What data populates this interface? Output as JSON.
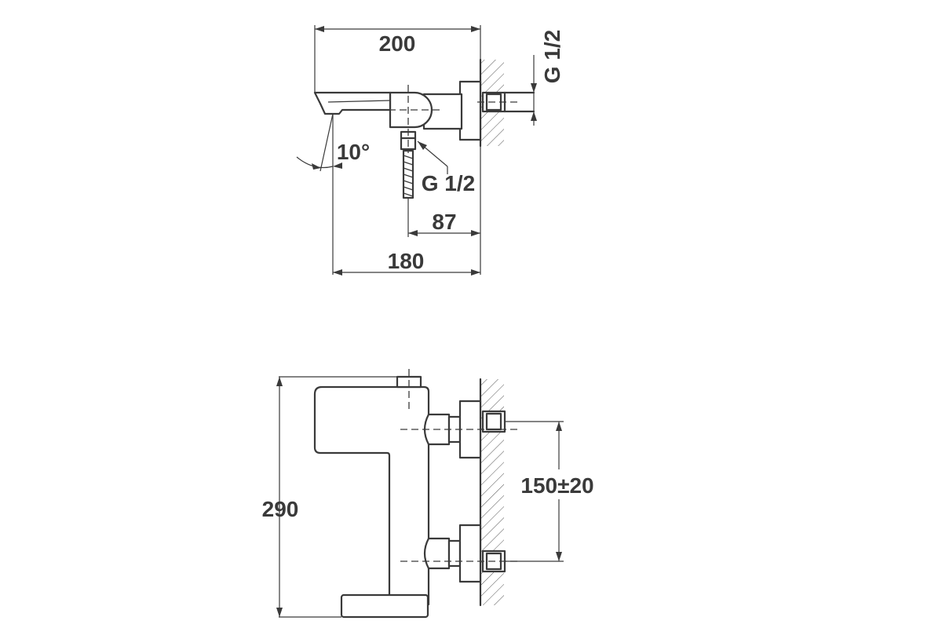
{
  "side_view": {
    "dimensions": {
      "overall_width": "200",
      "spout_reach": "180",
      "outlet_offset": "87",
      "spout_angle": "10°",
      "inlet_thread": "G 1/2",
      "outlet_thread": "G 1/2"
    }
  },
  "front_view": {
    "dimensions": {
      "height": "290",
      "inlet_spacing": "150±20"
    }
  },
  "colors": {
    "line": "#3a3a3a",
    "background": "#ffffff"
  }
}
